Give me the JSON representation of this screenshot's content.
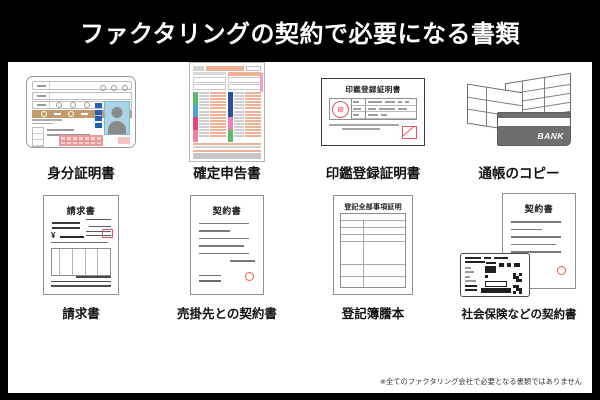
{
  "title": "ファクタリングの契約で必要になる書類",
  "footnote": "※全てのファクタリング会社で必要となる書類ではありません",
  "items": [
    {
      "label": "身分証明書",
      "icon": "id-card-icon",
      "inner_title": ""
    },
    {
      "label": "確定申告書",
      "icon": "tax-return-form-icon",
      "inner_title": ""
    },
    {
      "label": "印鑑登録証明書",
      "icon": "seal-certificate-icon",
      "inner_title": "印鑑登録証明書",
      "stamp_text": "印"
    },
    {
      "label": "通帳のコピー",
      "icon": "bankbook-copy-icon",
      "card_text": "BANK"
    },
    {
      "label": "請求書",
      "icon": "invoice-icon",
      "inner_title": "請求書",
      "currency": "¥"
    },
    {
      "label": "売掛先との契約書",
      "icon": "contract-icon",
      "inner_title": "契約書"
    },
    {
      "label": "登記簿謄本",
      "icon": "registry-certificate-icon",
      "inner_title": "登記全部事項証明"
    },
    {
      "label": "社会保険などの契約書",
      "icon": "social-insurance-contract-icon",
      "inner_title": "契約書"
    }
  ],
  "colors": {
    "background": "#000000",
    "panel": "#ffffff",
    "title_text": "#ffffff",
    "label_text": "#111111",
    "accent_red": "#e0536a",
    "accent_orange": "#e8633f",
    "peach": "#efb195",
    "band_brown": "#c49a6c",
    "photo_blue": "#a9d5e6",
    "card_gray": "#6e6e6e"
  }
}
